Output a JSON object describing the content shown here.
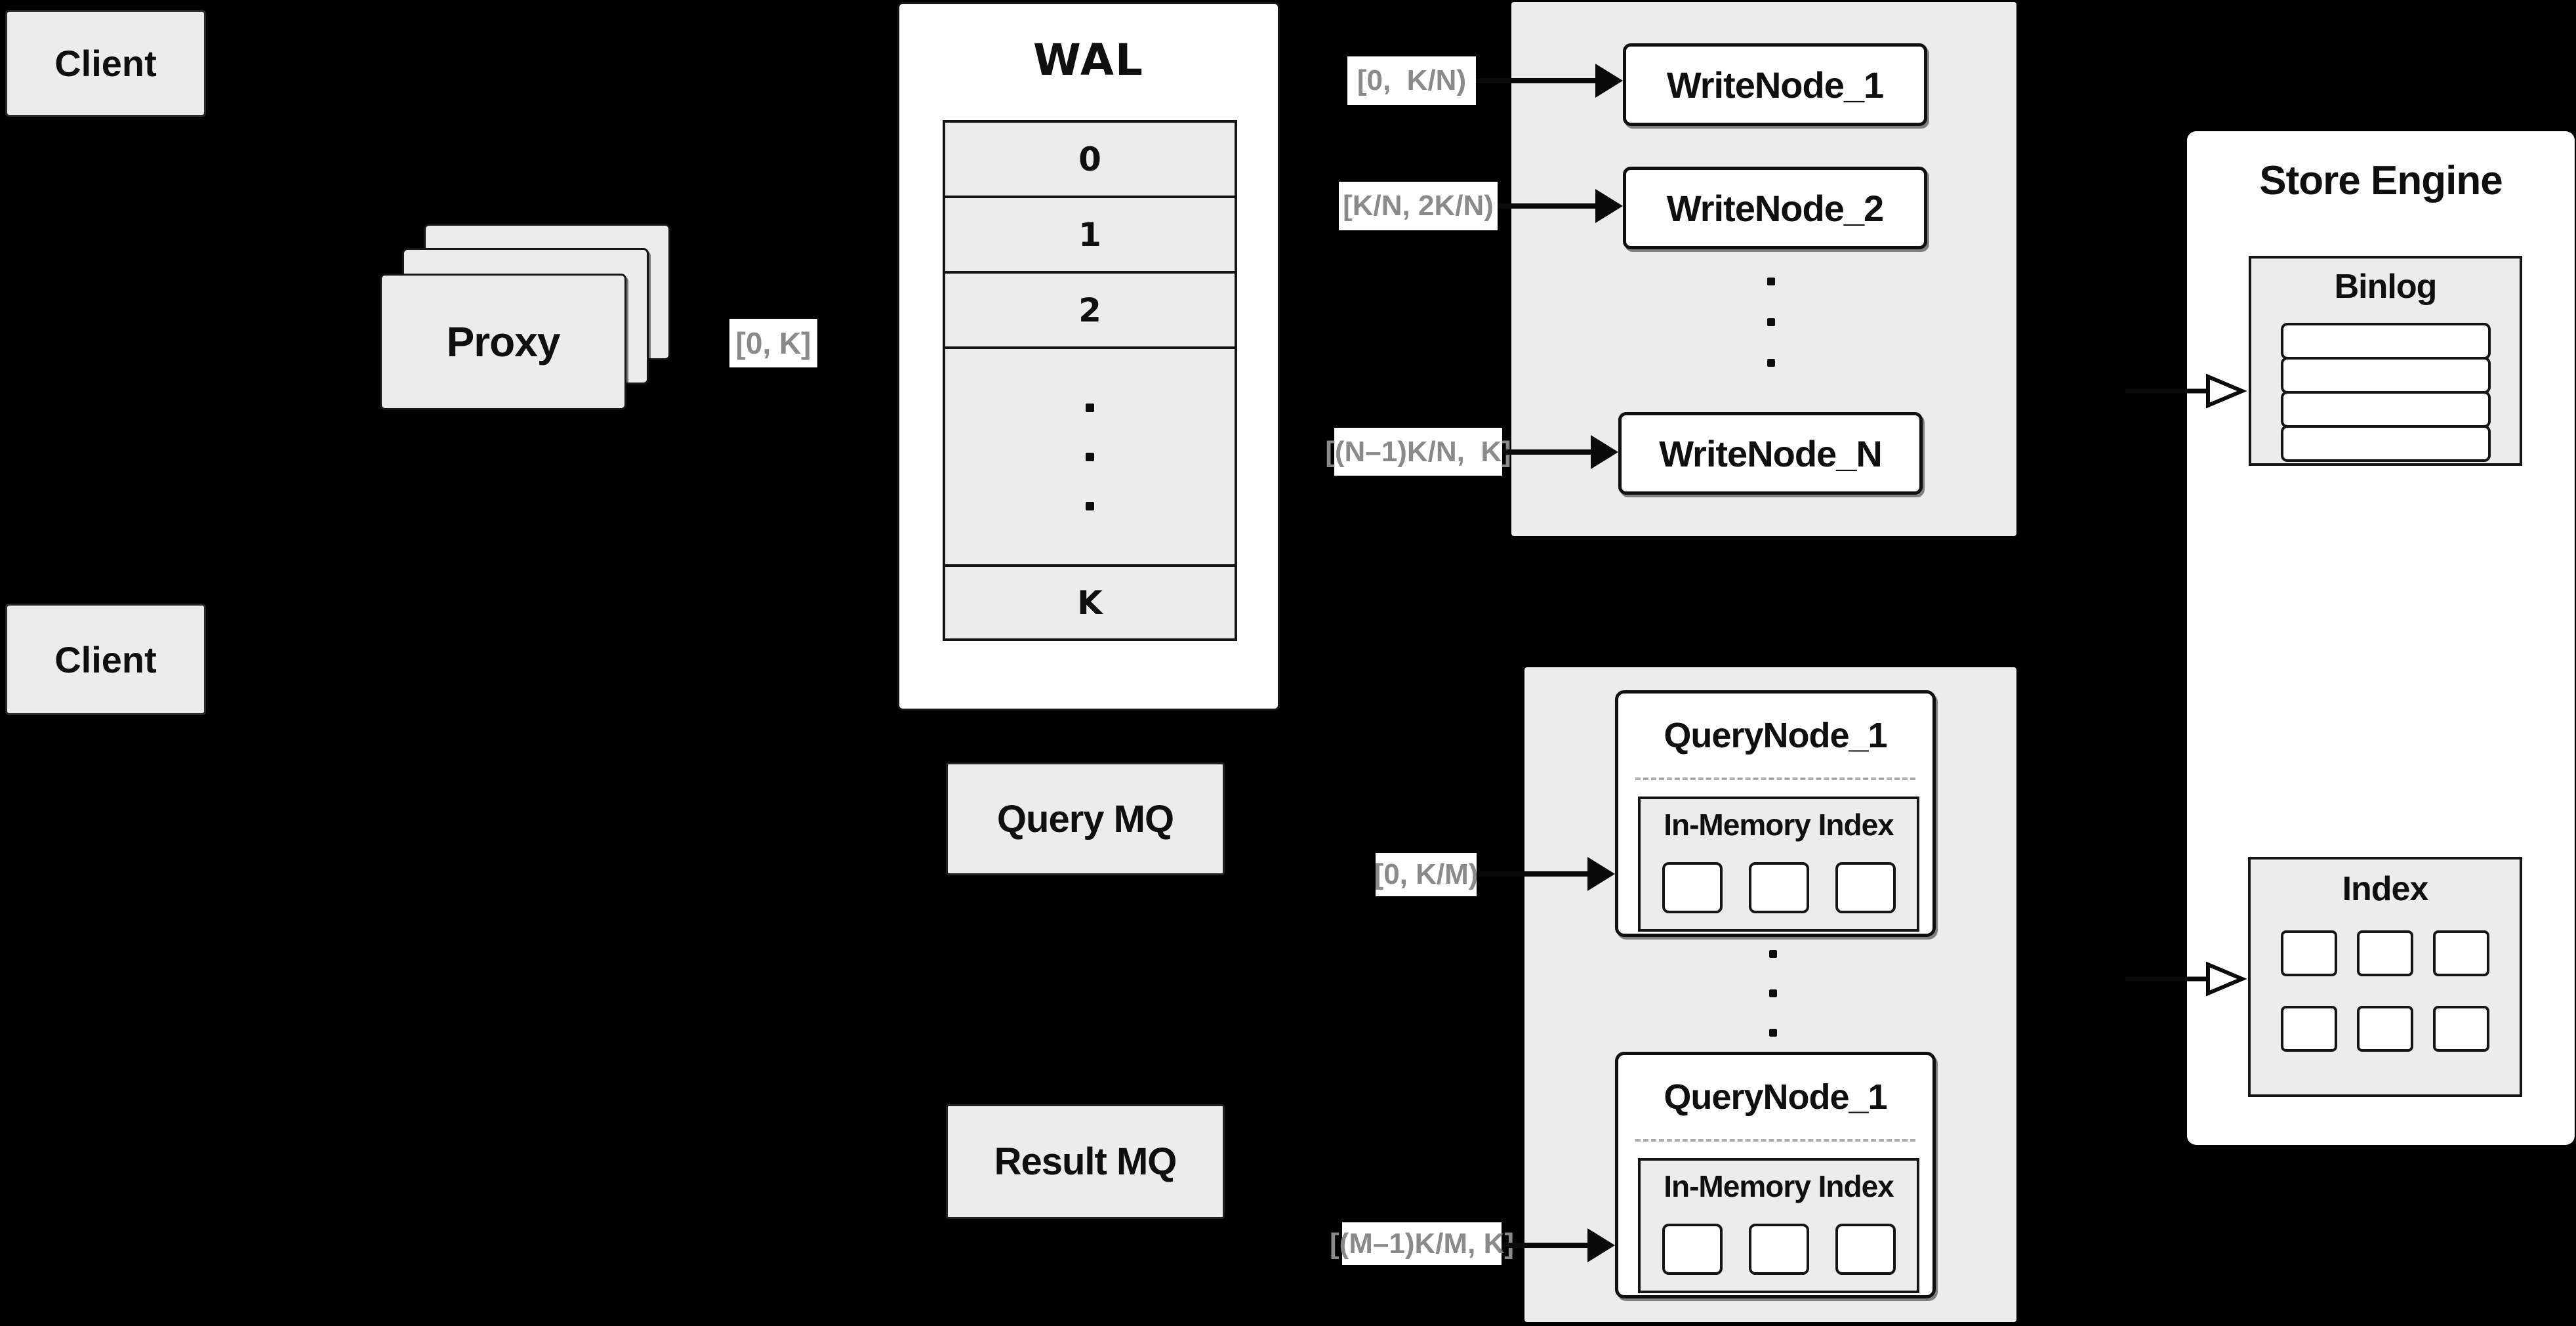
{
  "colors": {
    "background": "#000000",
    "panel_gray": "#ececec",
    "box_white": "#ffffff",
    "border_dark": "#151515",
    "label_text_gray": "#8a8a8a",
    "dashed_divider": "#ababab"
  },
  "clients": {
    "top_label": "Client",
    "bottom_label": "Client"
  },
  "proxy": {
    "label": "Proxy",
    "stack_count": 3
  },
  "range_labels": {
    "proxy_to_wal": "[0, K]",
    "wal_to_write_1": "[0,  K/N)",
    "wal_to_write_2": "[K/N, 2K/N)",
    "wal_to_write_n": "[(N–1)K/N,  K]",
    "query_to_node_1": "[0, K/M)",
    "query_to_node_m": "[(M–1)K/M, K]"
  },
  "wal": {
    "title": "WAL",
    "segments": [
      "0",
      "1",
      "2",
      "K"
    ],
    "ellipsis": "vertical-dots"
  },
  "write_group": {
    "nodes": [
      "WriteNode_1",
      "WriteNode_2",
      "WriteNode_N"
    ],
    "ellipsis": "vertical-dots"
  },
  "store_engine": {
    "title": "Store Engine",
    "binlog_title": "Binlog",
    "binlog_slot_count": 4,
    "index_title": "Index",
    "index_slot_count": 6
  },
  "mq": {
    "query_label": "Query MQ",
    "result_label": "Result MQ"
  },
  "query_group": {
    "ellipsis": "vertical-dots",
    "nodes": [
      {
        "title": "QueryNode_1",
        "index_title": "In-Memory Index",
        "slot_count": 3
      },
      {
        "title": "QueryNode_1",
        "index_title": "In-Memory Index",
        "slot_count": 3
      }
    ]
  }
}
